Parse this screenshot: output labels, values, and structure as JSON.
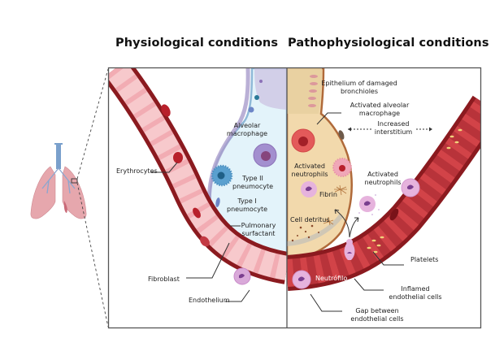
{
  "headings": {
    "physiological": "Physiological conditions",
    "pathophysiological": "Pathophysiological conditions"
  },
  "labels": {
    "left": {
      "erythrocytes": "Erythrocytes",
      "alveolar_macrophage": [
        "Alveolar",
        "macrophage"
      ],
      "type2_pneumocyte": [
        "Type II",
        "pneumocyte"
      ],
      "type1_pneumocyte": [
        "Type I",
        "pneumocyte"
      ],
      "pulmonary_surfactant": [
        "Pulmonary",
        "surfactant"
      ],
      "fibroblast": "Fibroblast",
      "endothelium": "Endothelium"
    },
    "right": {
      "epithelium_damaged": [
        "Epithelium of damaged",
        "bronchioles"
      ],
      "activated_alveolar_macrophage": [
        "Activated alveolar",
        "macrophage"
      ],
      "increased_interstitium": [
        "Increased",
        "interstitium"
      ],
      "activated_neutrophils_alveolus": [
        "Activated",
        "neutrophils"
      ],
      "fibrin": "Fibrin",
      "cell_detritus": "Cell detritus",
      "activated_neutrophils_vessel": [
        "Activated",
        "neutrophils"
      ],
      "platelets": "Platelets",
      "neutrofilo": "Neutrófilo",
      "inflamed_endothelial": [
        "Inflamed",
        "endothelial cells"
      ],
      "gap_endothelial": [
        "Gap between",
        "endothelial cells"
      ]
    }
  },
  "colors": {
    "vessel_wall_dark": "#8b1a1f",
    "vessel_lumen_healthy": "#f7c9cc",
    "vessel_lumen_inflamed": "#b8333a",
    "erythrocyte": "#b8202b",
    "alveolus_healthy": "#e3f3fa",
    "alveolus_inflamed": "#f2d9ac",
    "epithelium_purple": "#a99ccc",
    "lung_pink": "#e6a7ad",
    "trachea_blue": "#7aa0cc",
    "macrophage_purple": "#8c72b8",
    "neutrophil_pink": "#e6b3dd",
    "fibroblast_teal": "#2a7a98",
    "platelet_yellow": "#f1d27a",
    "frame": "#555555"
  }
}
